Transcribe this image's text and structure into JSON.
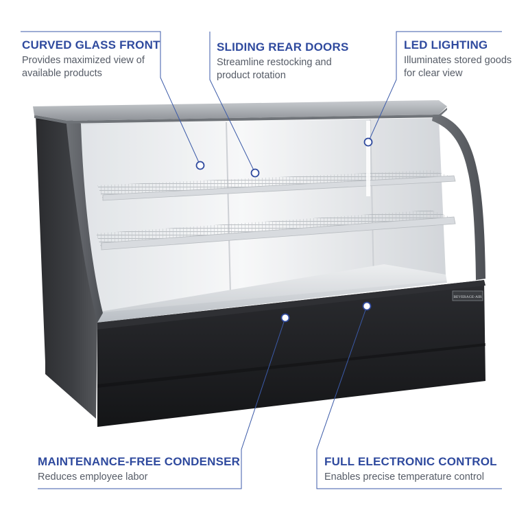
{
  "callouts": {
    "curved_glass": {
      "title": "CURVED GLASS FRONT",
      "desc": "Provides maximized view of available products"
    },
    "sliding_doors": {
      "title": "SLIDING REAR DOORS",
      "desc": "Streamline restocking and product rotation"
    },
    "led_lighting": {
      "title": "LED LIGHTING",
      "desc": "Illuminates stored goods for clear view"
    },
    "condenser": {
      "title": "MAINTENANCE-FREE CONDENSER",
      "desc": "Reduces employee labor"
    },
    "electronic_control": {
      "title": "FULL ELECTRONIC CONTROL",
      "desc": "Enables precise temperature control"
    }
  },
  "product": {
    "brand_plate": "BEVERAGE-AIR"
  },
  "colors": {
    "accent": "#2f4a9e",
    "line": "#3b5aa8",
    "cabinet": "#1e1f22"
  }
}
